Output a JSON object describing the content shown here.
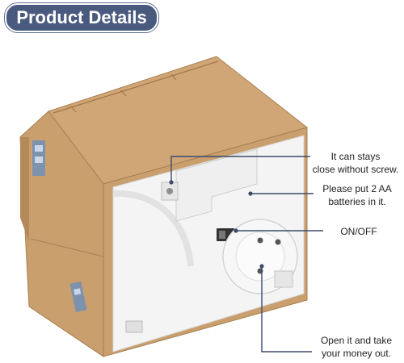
{
  "header": {
    "badge_text": "Product Details"
  },
  "callouts": [
    {
      "line1": "It can stays",
      "line2": "close without screw."
    },
    {
      "line1": "Please put 2 AA",
      "line2": "batteries in it."
    },
    {
      "line1": "ON/OFF"
    },
    {
      "line1": "Open it and take",
      "line2": "your money out."
    }
  ],
  "colors": {
    "box_kraft": "#c99f6e",
    "box_kraft_dark": "#a87f50",
    "panel_white": "#f4f4f4",
    "badge_bg": "#4a5a7f",
    "leader_line": "#3b4a6b"
  }
}
